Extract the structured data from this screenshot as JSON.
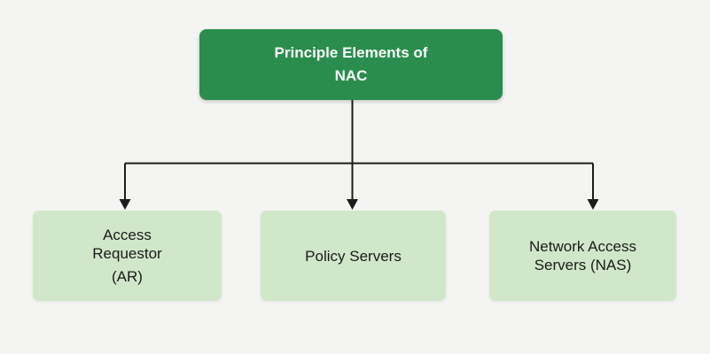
{
  "diagram": {
    "title": {
      "lines": [
        "Principle Elements of",
        "NAC"
      ]
    },
    "children": [
      {
        "name": "access-requestor",
        "lines": [
          "Access",
          "Requestor"
        ],
        "abbr": "(AR)"
      },
      {
        "name": "policy-servers",
        "lines": [
          "Policy Servers"
        ]
      },
      {
        "name": "network-access-servers",
        "lines": [
          "Network Access",
          "Servers (NAS)"
        ]
      }
    ],
    "colors": {
      "background": "#f4f4f2",
      "root_box": "#2a8d4d",
      "root_text": "#fafdfb",
      "child_box": "#d1e7ca",
      "child_text": "#1a1a1a",
      "connector": "#1c1c1c"
    }
  }
}
